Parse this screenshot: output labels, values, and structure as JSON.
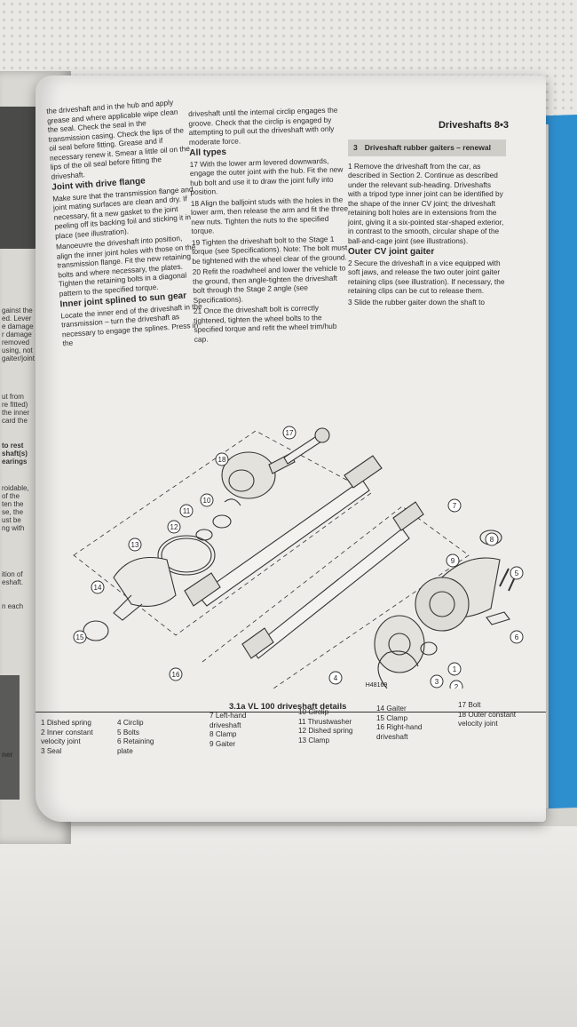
{
  "header": {
    "running_head": "Driveshafts 8•3"
  },
  "left_page_fragments": [
    "gainst the",
    "ed. Lever",
    "e damage",
    "r damage",
    "removed",
    "using, not",
    "gaiter/joint",
    "ut from",
    "re fitted)",
    "the inner",
    "card the",
    "to rest",
    "shaft(s)",
    "earings",
    "roidable,",
    "of the",
    "ten the",
    "se, the",
    "ust be",
    "ng with",
    "ition of",
    "eshaft.",
    "n each",
    "ner"
  ],
  "column1": {
    "intro": "the driveshaft and in the hub and apply grease and where applicable wipe clean the seal. Check the seal in the transmission casing. Check the lips of the oil seal before fitting. Grease and if necessary renew it. Smear a little oil on the lips of the oil seal before fitting the driveshaft.",
    "heading1": "Joint with drive flange",
    "para1": "Make sure that the transmission flange and joint mating surfaces are clean and dry. If necessary, fit a new gasket to the joint peeling off its backing foil and sticking it in place (see illustration).",
    "para2": "Manoeuvre the driveshaft into position, align the inner joint holes with those on the transmission flange. Fit the new retaining bolts and where necessary, the plates. Tighten the retaining bolts in a diagonal pattern to the specified torque.",
    "heading2": "Inner joint splined to sun gear",
    "para3": "Locate the inner end of the driveshaft in the transmission – turn the driveshaft as necessary to engage the splines. Press in the"
  },
  "column2": {
    "intro": "driveshaft until the internal circlip engages the groove. Check that the circlip is engaged by attempting to pull out the driveshaft with only moderate force.",
    "heading": "All types",
    "p17": "17 With the lower arm levered downwards, engage the outer joint with the hub. Fit the new hub bolt and use it to draw the joint fully into position.",
    "p18": "18 Align the balljoint studs with the holes in the lower arm, then release the arm and fit the three new nuts. Tighten the nuts to the specified torque.",
    "p19": "19 Tighten the driveshaft bolt to the Stage 1 torque (see Specifications). Note: The bolt must be tightened with the wheel clear of the ground.",
    "p20": "20 Refit the roadwheel and lower the vehicle to the ground, then angle-tighten the driveshaft bolt through the Stage 2 angle (see Specifications).",
    "p21": "21 Once the driveshaft bolt is correctly tightened, tighten the wheel bolts to the specified torque and refit the wheel trim/hub cap."
  },
  "column3": {
    "section_num": "3",
    "section_title": "Driveshaft rubber gaiters – renewal",
    "p1": "1 Remove the driveshaft from the car, as described in Section 2. Continue as described under the relevant sub-heading. Driveshafts with a tripod type inner joint can be identified by the shape of the inner CV joint; the driveshaft retaining bolt holes are in extensions from the joint, giving it a six-pointed star-shaped exterior, in contrast to the smooth, circular shape of the ball-and-cage joint (see illustrations).",
    "heading": "Outer CV joint gaiter",
    "p2": "2 Secure the driveshaft in a vice equipped with soft jaws, and release the two outer joint gaiter retaining clips (see illustration). If necessary, the retaining clips can be cut to release them.",
    "p3": "3 Slide the rubber gaiter down the shaft to"
  },
  "diagram": {
    "code": "H48169",
    "callouts": [
      "1",
      "2",
      "3",
      "4",
      "5",
      "6",
      "7",
      "8",
      "9",
      "10",
      "11",
      "12",
      "13",
      "14",
      "15",
      "16",
      "17",
      "18"
    ]
  },
  "caption": {
    "title": "3.1a VL 100 driveshaft details",
    "groups": [
      "1 Dished spring\n2 Inner constant\n   velocity joint\n3 Seal",
      "4 Circlip\n5 Bolts\n6 Retaining\n   plate",
      "7 Left-hand\n   driveshaft\n8 Clamp\n9 Gaiter",
      "10 Circlip\n11 Thrustwasher\n12 Dished spring\n13 Clamp",
      "14 Gaiter\n15 Clamp\n16 Right-hand\n   driveshaft",
      "17 Bolt\n18 Outer constant\n   velocity joint"
    ]
  }
}
